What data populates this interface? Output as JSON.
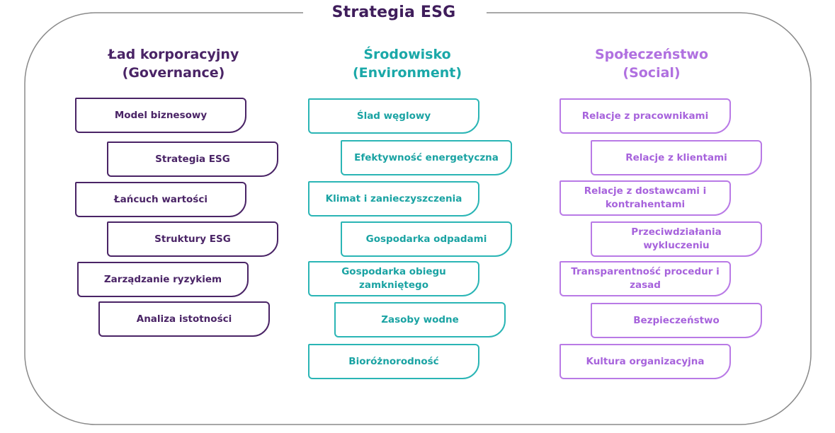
{
  "title": "Strategia ESG",
  "colors": {
    "governance": "#4a2466",
    "environment": "#2ab5b5",
    "social": "#b97ae6",
    "frame": "#8a8a8a"
  },
  "columns": {
    "governance": {
      "heading_line1": "Ład korporacyjny",
      "heading_line2": "(Governance)",
      "items": [
        "Model biznesowy",
        "Strategia ESG",
        "Łańcuch wartości",
        "Struktury ESG",
        "Zarządzanie ryzykiem",
        "Analiza istotności"
      ]
    },
    "environment": {
      "heading_line1": "Środowisko",
      "heading_line2": "(Environment)",
      "items": [
        "Ślad węglowy",
        "Efektywność energetyczna",
        "Klimat i zanieczyszczenia",
        "Gospodarka odpadami",
        "Gospodarka obiegu zamkniętego",
        "Zasoby wodne",
        "Bioróżnorodność"
      ]
    },
    "social": {
      "heading_line1": "Społeczeństwo",
      "heading_line2": "(Social)",
      "items": [
        "Relacje z pracownikami",
        "Relacje z klientami",
        "Relacje z dostawcami i kontrahentami",
        "Przeciwdziałania wykluczeniu",
        "Transparentność procedur i zasad",
        "Bezpieczeństwo",
        "Kultura organizacyjna"
      ]
    }
  }
}
